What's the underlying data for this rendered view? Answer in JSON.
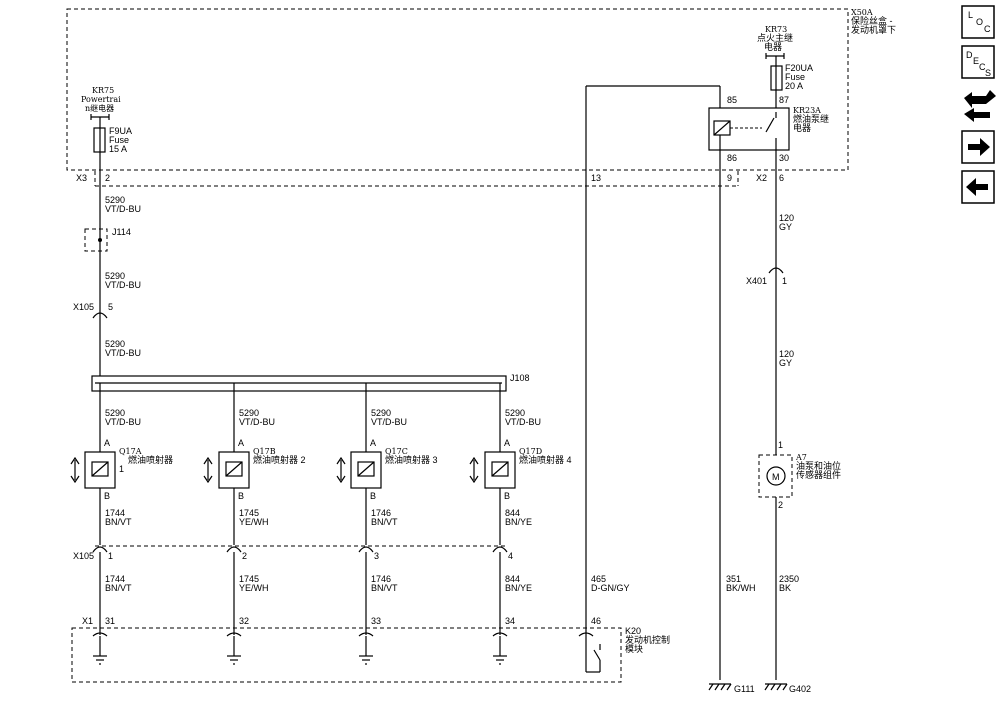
{
  "nav": {
    "loc_button": {
      "top": "L",
      "middle": "O",
      "bottom": "C"
    },
    "desc_button": {
      "top": "D",
      "middle": "E",
      "bottom": "S",
      "sub": "C"
    },
    "swap_icon": "swap-arrows-icon",
    "next_icon": "arrow-right-icon",
    "prev_icon": "arrow-left-icon"
  },
  "fuse_block": {
    "id": "X50A",
    "name_line1": "保险丝盒 -",
    "name_line2": "发动机罩下"
  },
  "kr75": {
    "id": "KR75",
    "line1": "Powertrai",
    "line2": "n继电器"
  },
  "f9ua": {
    "id": "F9UA",
    "type": "Fuse",
    "rating": "15 A"
  },
  "kr73": {
    "id": "KR73",
    "line1": "点火主继",
    "line2": "电器"
  },
  "f20ua": {
    "id": "F20UA",
    "type": "Fuse",
    "rating": "20 A"
  },
  "kr23a": {
    "id": "KR23A",
    "line1": "燃油泵继",
    "line2": "电器",
    "pin85": "85",
    "pin86": "86",
    "pin87": "87",
    "pin30": "30"
  },
  "x3": {
    "id": "X3",
    "pin2": "2",
    "pin13": "13",
    "pin9": "9"
  },
  "x2": {
    "id": "X2",
    "pin6": "6"
  },
  "wires": {
    "w5290": {
      "num": "5290",
      "color": "VT/D-BU"
    },
    "w120": {
      "num": "120",
      "color": "GY"
    },
    "w1744": {
      "num": "1744",
      "color": "BN/VT"
    },
    "w1745": {
      "num": "1745",
      "color": "YE/WH"
    },
    "w1746": {
      "num": "1746",
      "color": "BN/VT"
    },
    "w844": {
      "num": "844",
      "color": "BN/YE"
    },
    "w465": {
      "num": "465",
      "color": "D-GN/GY"
    },
    "w351": {
      "num": "351",
      "color": "BK/WH"
    },
    "w2350": {
      "num": "2350",
      "color": "BK"
    }
  },
  "j114": {
    "id": "J114"
  },
  "j108": {
    "id": "J108"
  },
  "x105": {
    "id": "X105",
    "pin5": "5",
    "pin1": "1",
    "pin2": "2",
    "pin3": "3",
    "pin4": "4"
  },
  "x401": {
    "id": "X401",
    "pin1": "1"
  },
  "injectors": [
    {
      "id": "Q17A",
      "name": "燃油喷射器",
      "num": "1",
      "pinA": "A",
      "pinB": "B"
    },
    {
      "id": "Q17B",
      "name": "燃油喷射器 2",
      "pinA": "A",
      "pinB": "B"
    },
    {
      "id": "Q17C",
      "name": "燃油喷射器 3",
      "pinA": "A",
      "pinB": "B"
    },
    {
      "id": "Q17D",
      "name": "燃油喷射器 4",
      "pinA": "A",
      "pinB": "B"
    }
  ],
  "a7": {
    "id": "A7",
    "line1": "油泵和油位",
    "line2": "传感器组件",
    "pin1": "1",
    "pin2": "2",
    "motor": "M"
  },
  "k20": {
    "id": "K20",
    "line1": "发动机控制",
    "line2": "模块"
  },
  "x1": {
    "id": "X1",
    "pin31": "31",
    "pin32": "32",
    "pin33": "33",
    "pin34": "34",
    "pin46": "46"
  },
  "grounds": {
    "g111": "G111",
    "g402": "G402"
  }
}
